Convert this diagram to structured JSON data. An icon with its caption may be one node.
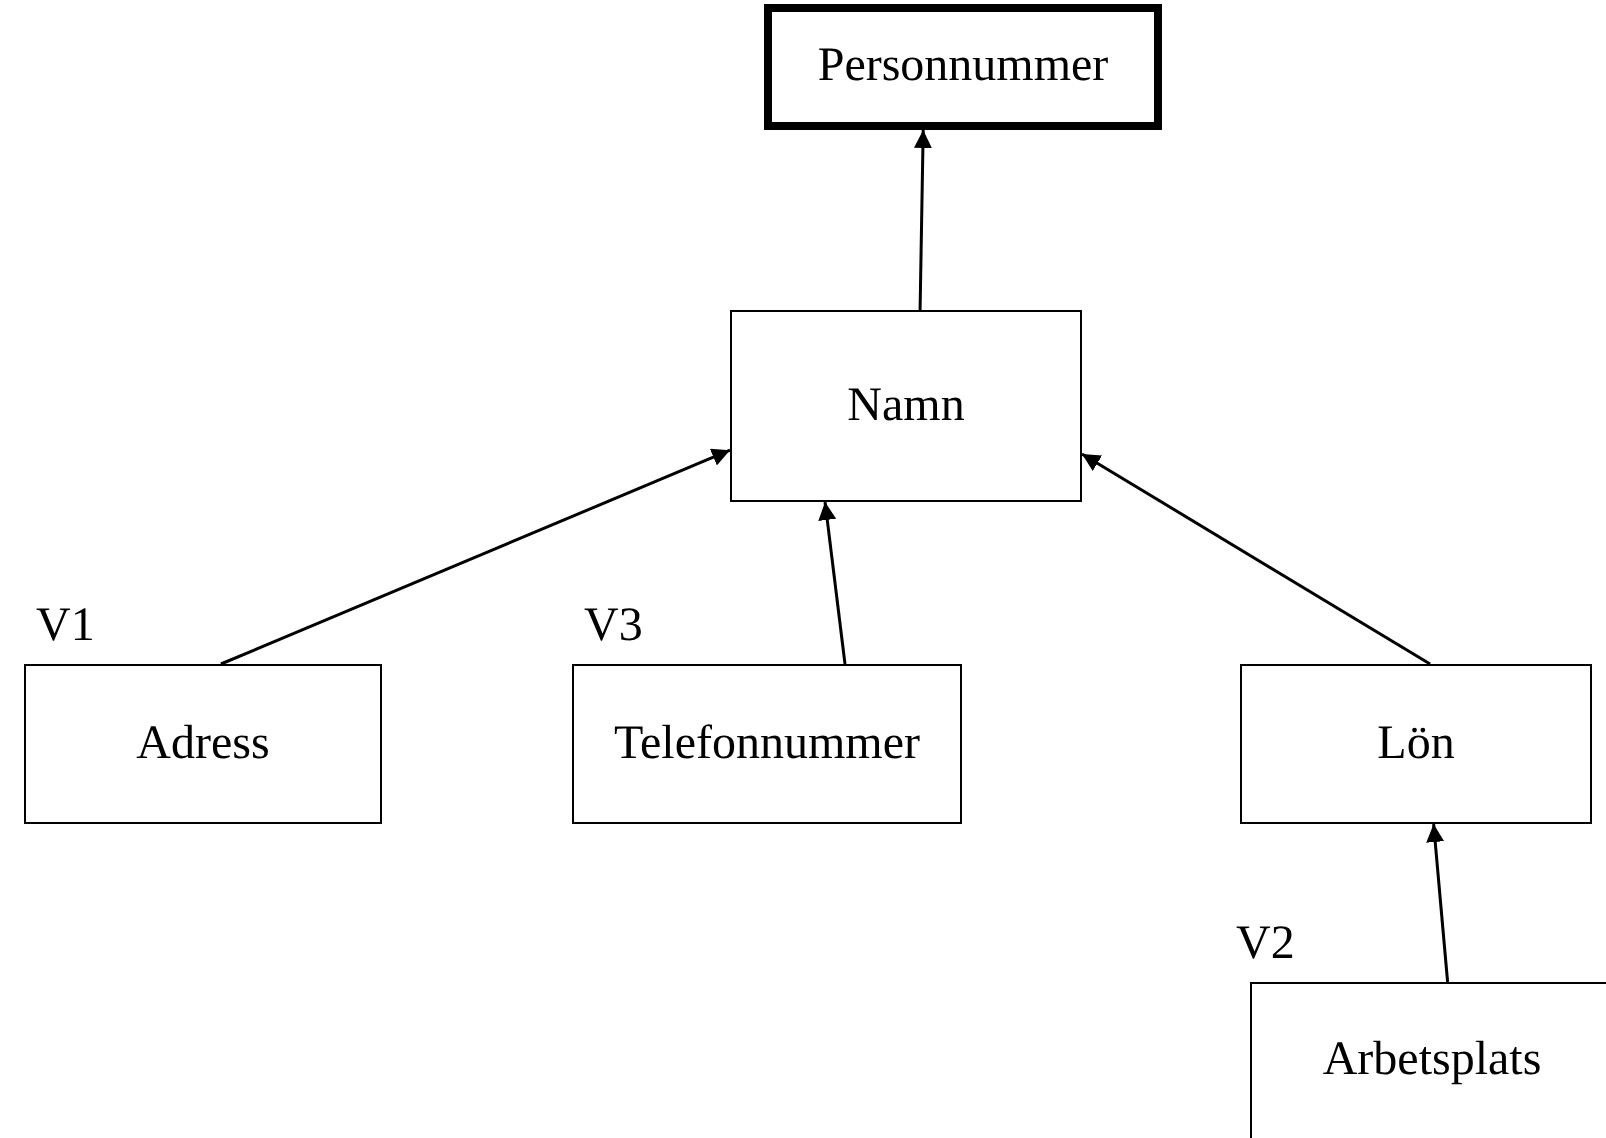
{
  "diagram": {
    "nodes": [
      {
        "text": [
          "Personnummer"
        ]
      },
      {
        "text": [
          "Namn"
        ]
      },
      {
        "text": [
          "Adress"
        ],
        "beside": [
          "V1"
        ]
      },
      {
        "text": [
          "Telefonnummer"
        ],
        "beside": [
          "V3"
        ]
      },
      {
        "text": [
          "Lön"
        ]
      },
      {
        "text": [
          "Arbetsplats"
        ],
        "beside": [
          "V2"
        ]
      }
    ],
    "edges": [
      {
        "from": 1,
        "to": 0,
        "arrow": "to"
      },
      {
        "from": 2,
        "to": 1,
        "arrow": "to"
      },
      {
        "from": 3,
        "to": 1,
        "arrow": "to"
      },
      {
        "from": 4,
        "to": 1,
        "arrow": "to"
      },
      {
        "from": 5,
        "to": 4,
        "arrow": "to"
      }
    ]
  }
}
